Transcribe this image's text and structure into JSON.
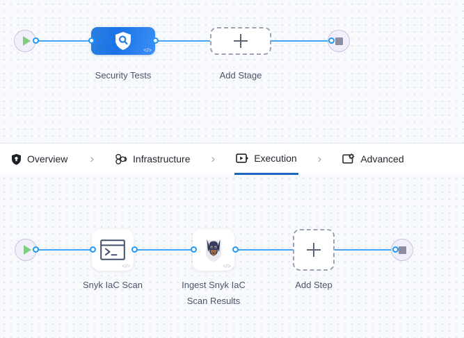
{
  "theme": {
    "canvas_bg": "#f7f9fc",
    "dot_color": "#d8e0ec",
    "connector_color": "#42a5f5",
    "accent": "#1b68c4",
    "stage_gradient_from": "#2a7fe0",
    "stage_gradient_to": "#3b8ef5",
    "caption_color": "#4a5568"
  },
  "stage_canvas": {
    "start_node": {
      "name": "pipeline-start",
      "icon": "play-icon"
    },
    "end_node": {
      "name": "pipeline-end",
      "icon": "stop-icon"
    },
    "nodes": [
      {
        "id": "security-tests",
        "label": "Security Tests",
        "icon": "shield-search-icon",
        "badge": "</>",
        "type": "stage"
      },
      {
        "id": "add-stage",
        "label": "Add Stage",
        "icon": "plus-icon",
        "type": "add"
      }
    ]
  },
  "tabs": [
    {
      "id": "overview",
      "label": "Overview",
      "icon": "shield-icon",
      "active": false
    },
    {
      "id": "infrastructure",
      "label": "Infrastructure",
      "icon": "cluster-icon",
      "active": false
    },
    {
      "id": "execution",
      "label": "Execution",
      "icon": "play-screen-icon",
      "active": true
    },
    {
      "id": "advanced",
      "label": "Advanced",
      "icon": "card-gear-icon",
      "active": false
    }
  ],
  "tab_separator": "›",
  "step_canvas": {
    "start_node": {
      "name": "execution-start",
      "icon": "play-icon"
    },
    "end_node": {
      "name": "execution-end",
      "icon": "stop-icon"
    },
    "nodes": [
      {
        "id": "snyk-iac-scan",
        "label": "Snyk IaC Scan",
        "icon": "terminal-icon",
        "badge": "</>",
        "type": "step"
      },
      {
        "id": "ingest-snyk-iac-scan-results",
        "label": "Ingest Snyk IaC Scan Results",
        "label_line1": "Ingest Snyk IaC",
        "label_line2": "Scan Results",
        "icon": "doberman-icon",
        "badge": "</>",
        "type": "step"
      },
      {
        "id": "add-step",
        "label": "Add Step",
        "icon": "plus-icon",
        "type": "add"
      }
    ]
  }
}
